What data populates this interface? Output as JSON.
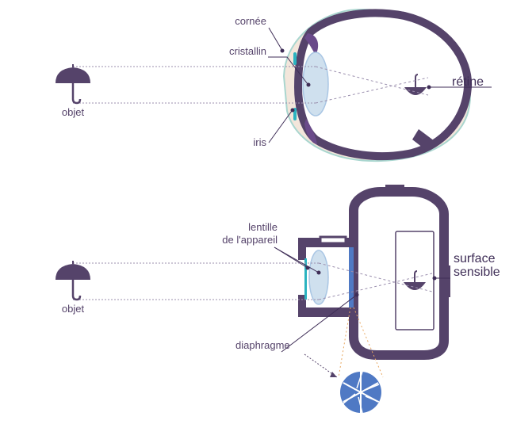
{
  "eye_section": {
    "labels": {
      "cornee": "cornée",
      "cristallin": "cristallin",
      "iris": "iris",
      "retine": "rétine",
      "objet": "objet"
    }
  },
  "camera_section": {
    "labels": {
      "lentille_line1": "lentille",
      "lentille_line2": "de l'appareil",
      "surface_line1": "surface",
      "surface_line2": "sensible",
      "diaphragme": "diaphragme",
      "objet": "objet"
    }
  },
  "colors": {
    "outline": "#55436a",
    "sclera_fill": "#f3e6db",
    "cornea": "#a9d6cf",
    "iris": "#2bb3c0",
    "lens": "#cfe0ee",
    "diaphragm_blue": "#4f79c4"
  }
}
